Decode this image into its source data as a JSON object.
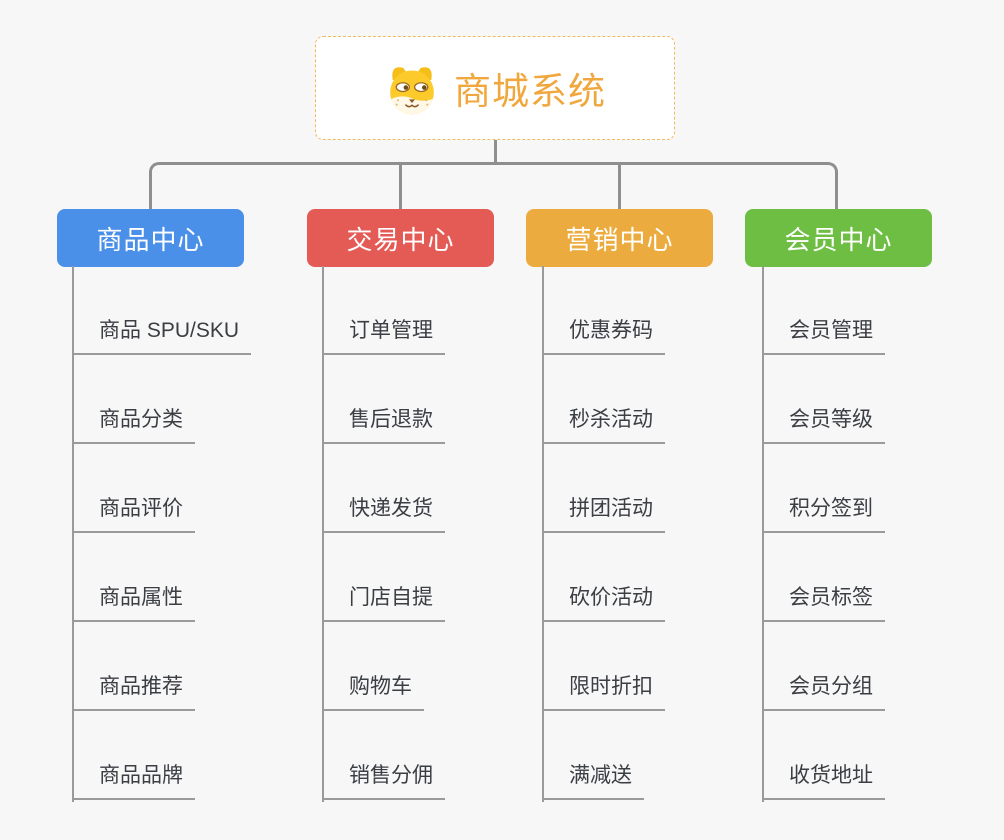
{
  "root": {
    "title": "商城系统",
    "icon": "dog-face-icon"
  },
  "branches": [
    {
      "id": "product",
      "label": "商品中心",
      "color": "#4a8fe8",
      "children": [
        "商品 SPU/SKU",
        "商品分类",
        "商品评价",
        "商品属性",
        "商品推荐",
        "商品品牌"
      ]
    },
    {
      "id": "trade",
      "label": "交易中心",
      "color": "#e45a55",
      "children": [
        "订单管理",
        "售后退款",
        "快递发货",
        "门店自提",
        "购物车",
        "销售分佣"
      ]
    },
    {
      "id": "marketing",
      "label": "营销中心",
      "color": "#ecab3e",
      "children": [
        "优惠券码",
        "秒杀活动",
        "拼团活动",
        "砍价活动",
        "限时折扣",
        "满减送"
      ]
    },
    {
      "id": "member",
      "label": "会员中心",
      "color": "#6ebe44",
      "children": [
        "会员管理",
        "会员等级",
        "积分签到",
        "会员标签",
        "会员分组",
        "收货地址"
      ]
    }
  ],
  "colors": {
    "background": "#f7f7f7",
    "connector": "#8f8f8f",
    "child_line": "#9a9a9a",
    "child_text": "#3b3e43",
    "root_border": "#f0b95a",
    "root_text": "#f0a73e"
  }
}
